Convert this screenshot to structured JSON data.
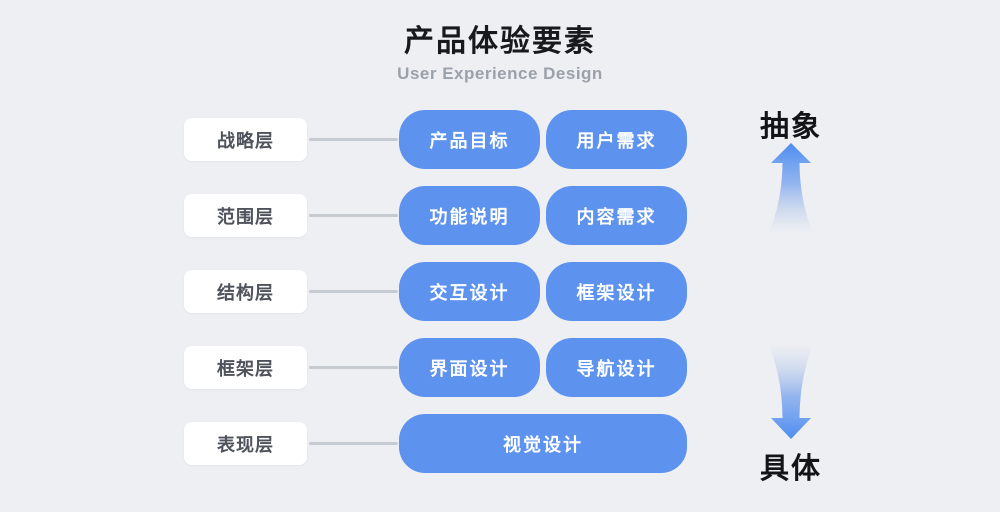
{
  "header": {
    "title": "产品体验要素",
    "subtitle": "User Experience Design"
  },
  "rows": [
    {
      "label": "战略层",
      "items": [
        "产品目标",
        "用户需求"
      ]
    },
    {
      "label": "范围层",
      "items": [
        "功能说明",
        "内容需求"
      ]
    },
    {
      "label": "结构层",
      "items": [
        "交互设计",
        "框架设计"
      ]
    },
    {
      "label": "框架层",
      "items": [
        "界面设计",
        "导航设计"
      ]
    },
    {
      "label": "表现层",
      "items": [
        "视觉设计"
      ]
    }
  ],
  "axis": {
    "top_label": "抽象",
    "bottom_label": "具体"
  },
  "colors": {
    "background": "#edeff3",
    "node_blue": "#5d92ef",
    "label_box_bg": "#ffffff",
    "label_text": "#4e535c",
    "title_text": "#17191d",
    "subtitle_text": "#9ba1ab",
    "connector_line": "#c6cad1",
    "arrow_blue": "#4e8cf2"
  }
}
